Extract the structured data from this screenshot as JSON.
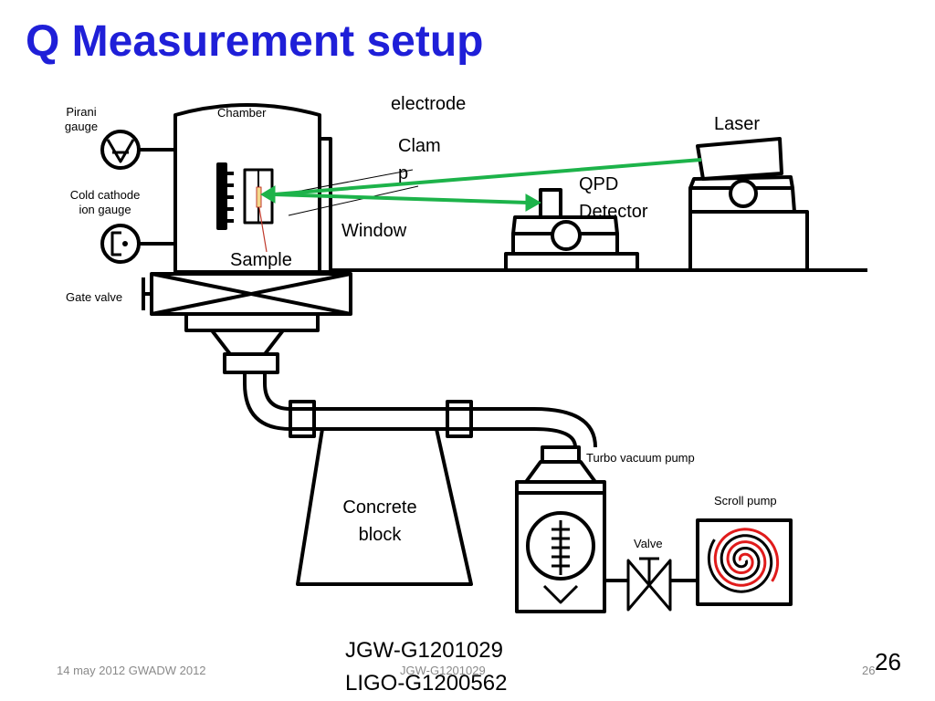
{
  "slide": {
    "title": "Q Measurement setup",
    "footer_left": "14 may 2012 GWADW 2012",
    "footer_center": "JGW-G1201029",
    "footer_page_small": "26",
    "page_number": "26",
    "doc_ids": [
      "JGW-G1201029",
      "LIGO-G1200562"
    ]
  },
  "labels": {
    "pirani_gauge": [
      "Pirani",
      "gauge"
    ],
    "chamber": "Chamber",
    "electrode": "electrode",
    "clamp": [
      "Clam",
      "p"
    ],
    "cold_cathode": [
      "Cold cathode",
      "ion gauge"
    ],
    "window": "Window",
    "sample": "Sample",
    "laser": "Laser",
    "qpd_detector": [
      "QPD",
      "Detector"
    ],
    "gate_valve": "Gate valve",
    "turbo_pump": "Turbo vacuum pump",
    "scroll_pump": "Scroll pump",
    "valve": "Valve",
    "concrete_block": [
      "Concrete",
      "block"
    ]
  },
  "colors": {
    "title": "#1f1fd8",
    "beam": "#1db34a",
    "scroll_red": "#e01b1b",
    "sample_fill": "#f2d98c",
    "footer": "#8a8a8a"
  }
}
